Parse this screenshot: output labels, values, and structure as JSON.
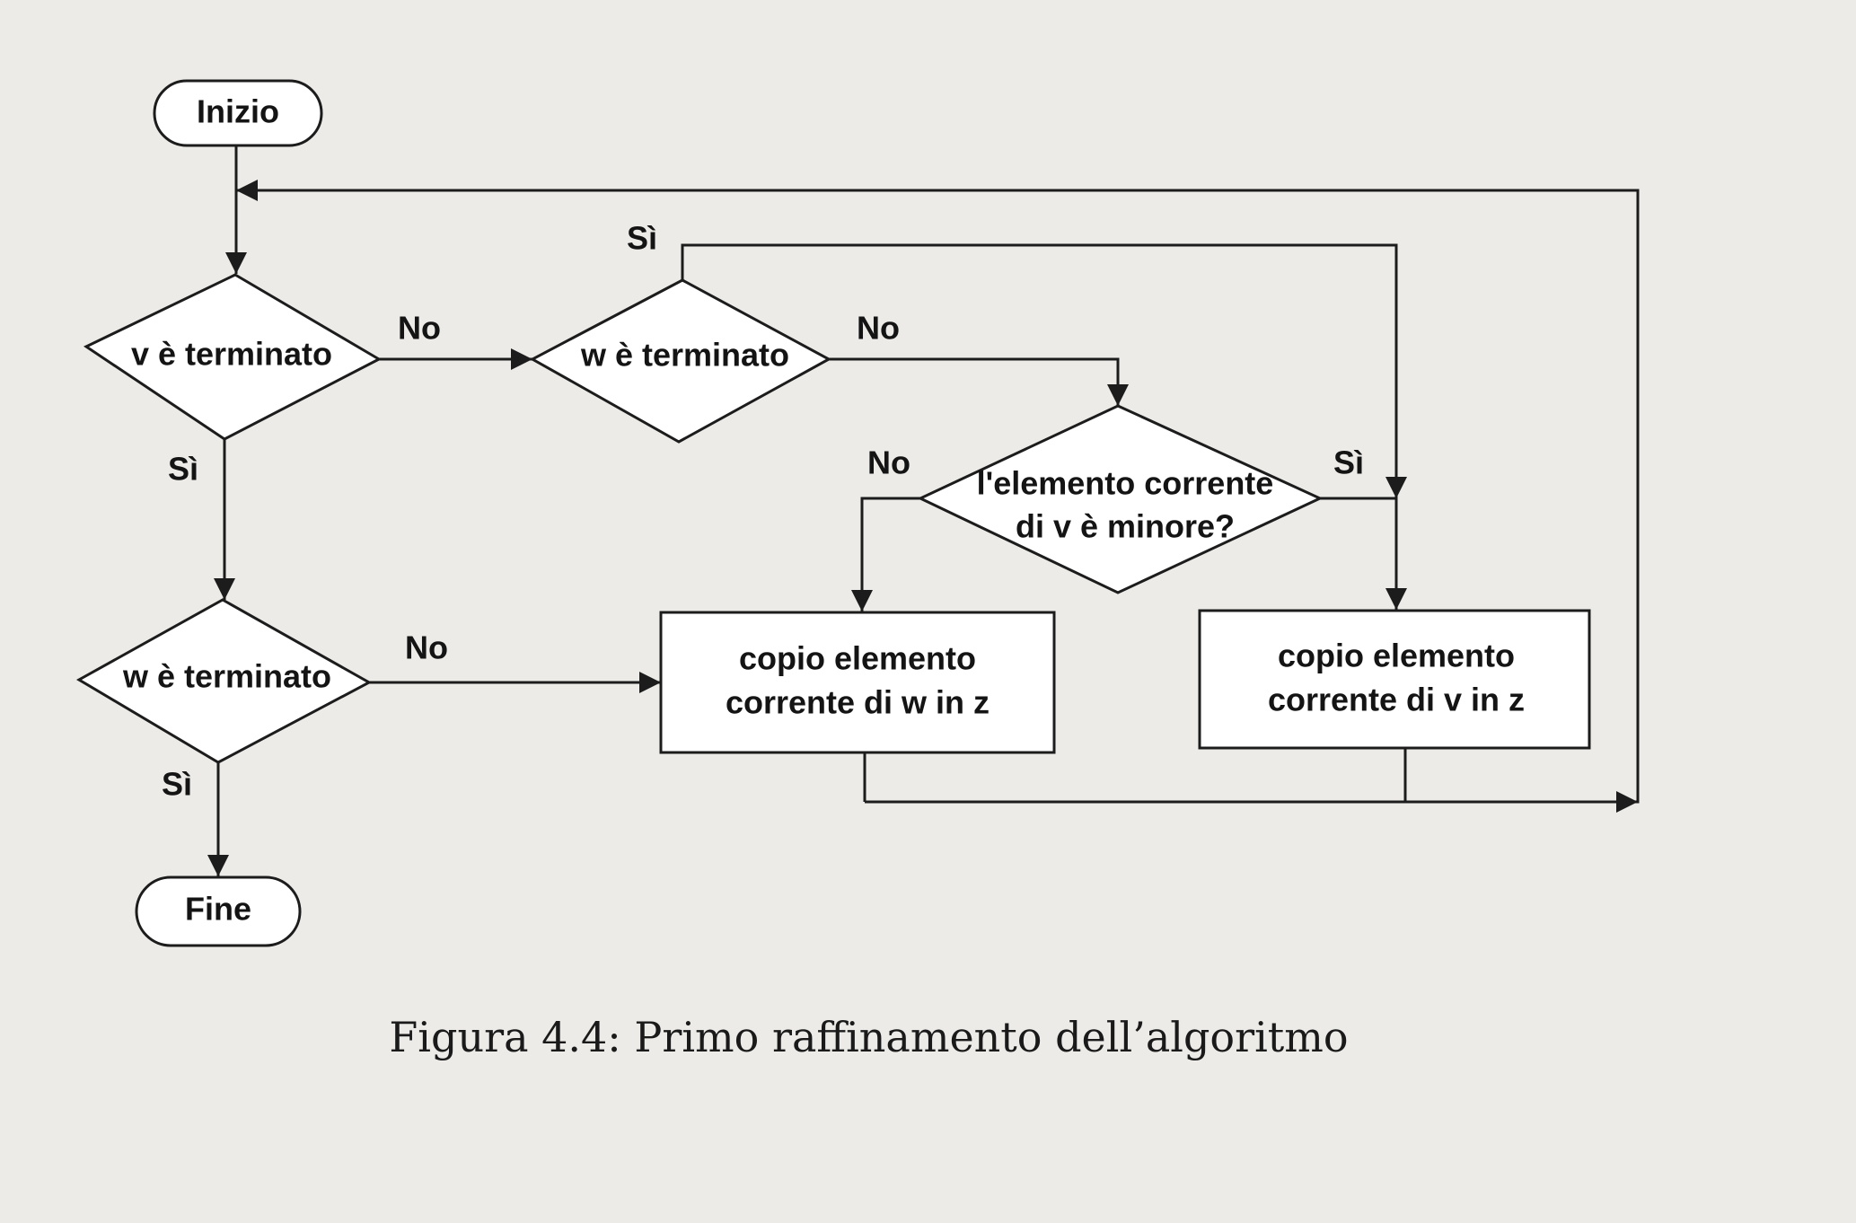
{
  "diagram": {
    "nodes": {
      "start": "Inizio",
      "v_done": "v è terminato",
      "w_done_top": "w è terminato",
      "compare_line1": "l'elemento corrente",
      "compare_line2": "di v è minore?",
      "w_done_bottom": "w è terminato",
      "copy_w_line1": "copio elemento",
      "copy_w_line2": "corrente di w in z",
      "copy_v_line1": "copio elemento",
      "copy_v_line2": "corrente di v in z",
      "end": "Fine"
    },
    "edge_labels": {
      "v_done_no": "No",
      "v_done_si": "Sì",
      "w_top_si": "Sì",
      "w_top_no": "No",
      "compare_no": "No",
      "compare_si": "Sì",
      "w_bottom_no": "No",
      "w_bottom_si": "Sì"
    }
  },
  "caption": "Figura 4.4: Primo raffinamento dell’algoritmo"
}
